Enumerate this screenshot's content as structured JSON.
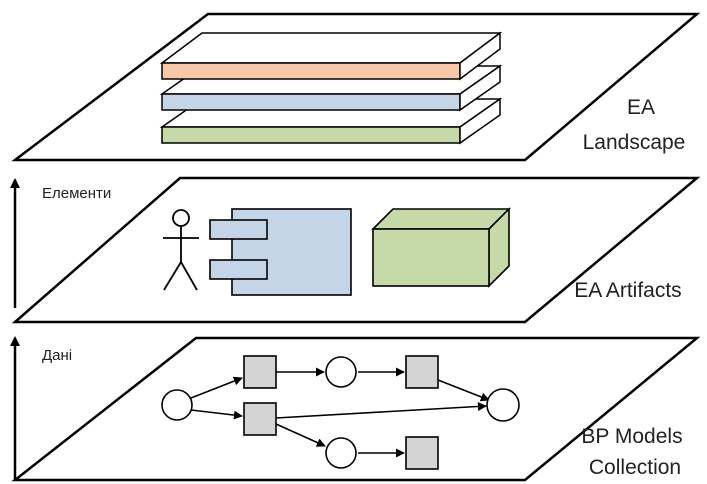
{
  "layers": {
    "landscape": {
      "line1": "EA",
      "line2": "Landscape"
    },
    "artifacts": {
      "label": "EA Artifacts"
    },
    "bp_models": {
      "line1": "BP Models",
      "line2": "Collection"
    }
  },
  "arrows": {
    "upper": {
      "label": "Елементи"
    },
    "lower": {
      "label": "Дані"
    }
  },
  "colors": {
    "orange_layer": "#f8c8a8",
    "blue_layer": "#c5d5e8",
    "green_layer": "#c6d9a8",
    "task_gray": "#d4d4d4",
    "outline": "#000000"
  }
}
